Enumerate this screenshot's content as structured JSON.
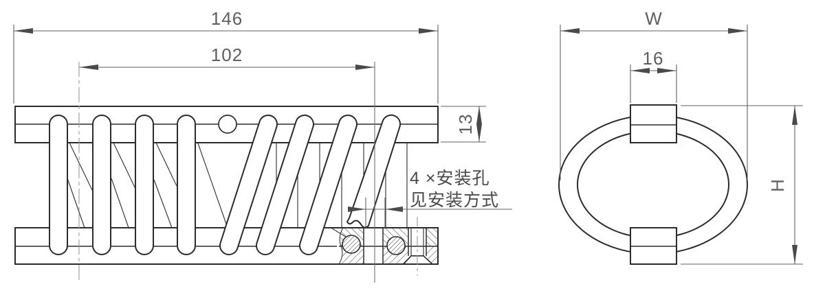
{
  "drawing": {
    "side_view": {
      "dim_overall_length": "146",
      "dim_hole_spacing": "102",
      "dim_bar_height": "13",
      "note_line1": "4 ×安装孔",
      "note_line2": "见安装方式"
    },
    "end_view": {
      "dim_width": "W",
      "dim_clamp_width": "16",
      "dim_height": "H"
    }
  }
}
